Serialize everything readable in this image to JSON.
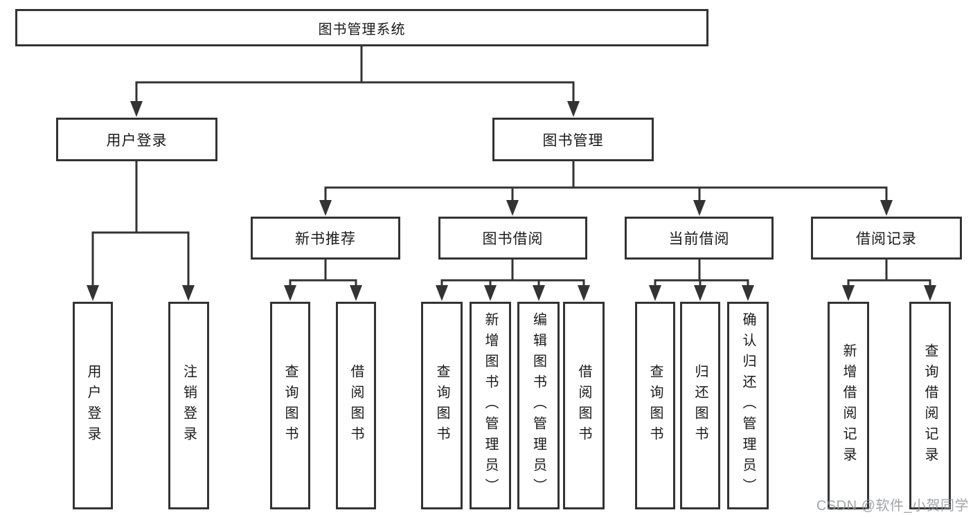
{
  "tree": {
    "label": "图书管理系统",
    "children": [
      {
        "label": "用户登录",
        "children": [
          {
            "label": "用户登录"
          },
          {
            "label": "注销登录"
          }
        ]
      },
      {
        "label": "图书管理",
        "children": [
          {
            "label": "新书推荐",
            "children": [
              {
                "label": "查询图书"
              },
              {
                "label": "借阅图书"
              }
            ]
          },
          {
            "label": "图书借阅",
            "children": [
              {
                "label": "查询图书"
              },
              {
                "label": "新增图书（管理员）"
              },
              {
                "label": "编辑图书（管理员）"
              },
              {
                "label": "借阅图书"
              }
            ]
          },
          {
            "label": "当前借阅",
            "children": [
              {
                "label": "查询图书"
              },
              {
                "label": "归还图书"
              },
              {
                "label": "确认归还（管理员）"
              }
            ]
          },
          {
            "label": "借阅记录",
            "children": [
              {
                "label": "新增借阅记录"
              },
              {
                "label": "查询借阅记录"
              }
            ]
          }
        ]
      }
    ]
  },
  "watermark": "CSDN @软件_小贺同学",
  "colors": {
    "line": "#333333",
    "box_border": "#333333",
    "text": "#1a1a1a",
    "watermark": "#919498",
    "background": "#ffffff"
  }
}
